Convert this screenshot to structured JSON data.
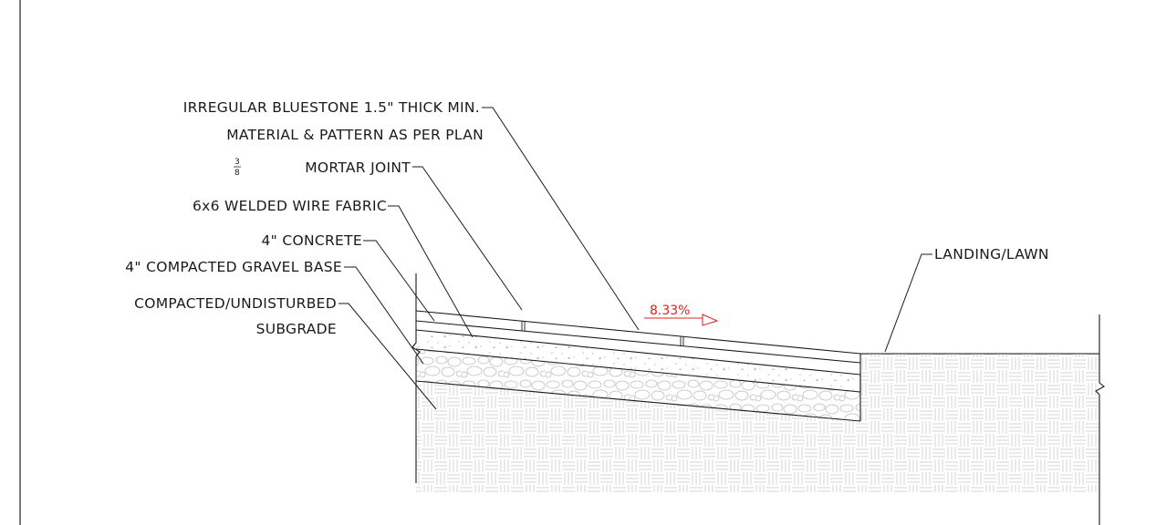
{
  "labels": {
    "bluestone_line1": "IRREGULAR BLUESTONE 1.5\" THICK MIN.",
    "bluestone_line2": "MATERIAL & PATTERN AS PER PLAN",
    "mortar_num": "3",
    "mortar_den": "8",
    "mortar": "MORTAR JOINT",
    "wire": "6x6 WELDED WIRE FABRIC",
    "concrete": "4\" CONCRETE",
    "gravel": "4\" COMPACTED GRAVEL BASE",
    "subgrade_line1": "COMPACTED/UNDISTURBED",
    "subgrade_line2": "SUBGRADE",
    "landing": "LANDING/LAWN"
  },
  "slope": {
    "value": "8.33%",
    "color": "#e02020"
  }
}
